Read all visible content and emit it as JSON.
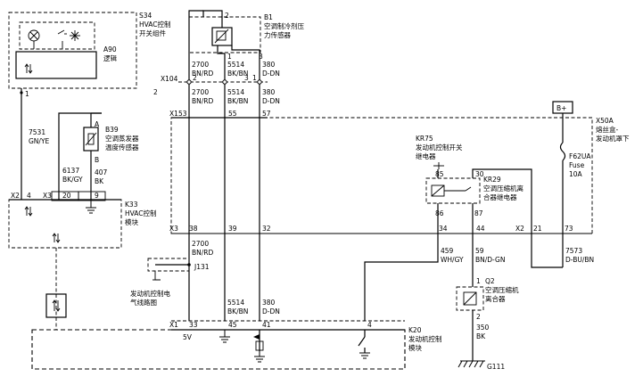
{
  "s34": {
    "code": "S34",
    "name_line1": "HVAC控制",
    "name_line2": "开关组件"
  },
  "a90": {
    "code": "A90",
    "name": "逻辑"
  },
  "b1": {
    "code": "B1",
    "name_line1": "空调制冷剂压",
    "name_line2": "力传感器",
    "pins": [
      "2",
      "1",
      "3"
    ]
  },
  "x104": {
    "code": "X104",
    "pins": [
      "2",
      "3",
      "1"
    ]
  },
  "x1_top": {
    "code": "X1",
    "pins": [
      "53",
      "55",
      "57"
    ]
  },
  "x1_bottom": {
    "code": "X1",
    "pins": [
      "33",
      "45",
      "41",
      "4"
    ]
  },
  "x2_left": {
    "code": "X2",
    "pin": "4"
  },
  "x3_left": {
    "code": "X3",
    "pins": [
      "20",
      "9"
    ]
  },
  "x3_bottom": {
    "code": "X3",
    "pins": [
      "38",
      "39",
      "32",
      "34",
      "44"
    ]
  },
  "x2_right": {
    "code": "X2",
    "pins": [
      "21",
      "73"
    ]
  },
  "b39": {
    "code": "B39",
    "name_line1": "空调蒸发器",
    "name_line2": "温度传感器",
    "pin_a": "A",
    "pin_b": "B"
  },
  "k33": {
    "code": "K33",
    "name_line1": "HVAC控制",
    "name_line2": "模块"
  },
  "k20": {
    "code": "K20",
    "name_line1": "发动机控制",
    "name_line2": "模块",
    "label_5v": "5V"
  },
  "kr75": {
    "code": "KR75",
    "name_line1": "发动机控制开关",
    "name_line2": "继电器",
    "pins": [
      "85",
      "86"
    ]
  },
  "kr29": {
    "code": "KR29",
    "name_line1": "空调压缩机离",
    "name_line2": "合器继电器",
    "pins": [
      "30",
      "87"
    ]
  },
  "x50a": {
    "code": "X50A",
    "name_line1": "熔丝盒-",
    "name_line2": "发动机罩下"
  },
  "battery": {
    "label": "B+"
  },
  "fuse": {
    "code": "F62UA",
    "word": "Fuse",
    "rating": "10A"
  },
  "q2": {
    "code": "Q2",
    "name_line1": "空调压缩机",
    "name_line2": "离合器",
    "pin_top": "1",
    "pin_bottom": "2"
  },
  "g111": {
    "code": "G111"
  },
  "j131": {
    "code": "J131"
  },
  "engine_ref": {
    "line1": "发动机控制电",
    "line2": "气线路图"
  },
  "misc": {
    "num_2": "2"
  },
  "wires": {
    "w7531": {
      "circuit": "7531",
      "color": "GN/YE"
    },
    "w6137": {
      "circuit": "6137",
      "color": "BK/GY"
    },
    "w407": {
      "circuit": "407",
      "color": "BK"
    },
    "w2700a": {
      "circuit": "2700",
      "color": "BN/RD"
    },
    "w5514a": {
      "circuit": "5514",
      "color": "BK/BN"
    },
    "w380a": {
      "circuit": "380",
      "color": "D-DN"
    },
    "w2700b": {
      "circuit": "2700",
      "color": "BN/RD"
    },
    "w5514b": {
      "circuit": "5514",
      "color": "BK/BN"
    },
    "w380b": {
      "circuit": "380",
      "color": "D-DN"
    },
    "w2700c": {
      "circuit": "2700",
      "color": "BN/RD"
    },
    "w5514c": {
      "circuit": "5514",
      "color": "BK/BN"
    },
    "w380c": {
      "circuit": "380",
      "color": "D-DN"
    },
    "w459": {
      "circuit": "459",
      "color": "WH/GY"
    },
    "w59": {
      "circuit": "59",
      "color": "BN/D-GN"
    },
    "w7573": {
      "circuit": "7573",
      "color": "D-BU/BN"
    },
    "w350": {
      "circuit": "350",
      "color": "BK"
    }
  }
}
